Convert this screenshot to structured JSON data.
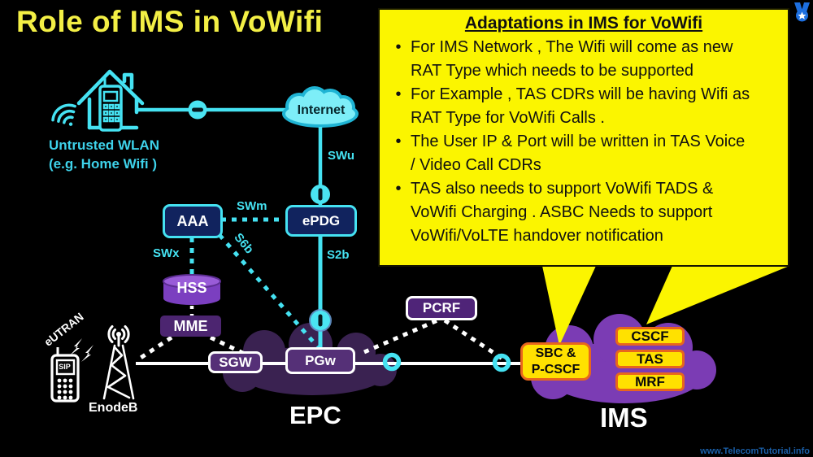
{
  "slide": {
    "title": "Role of IMS in VoWifi",
    "watermark": "www.TelecomTutorial.info"
  },
  "callout": {
    "title": "Adaptations in IMS for VoWifi",
    "bullet_glyph": "•",
    "bullets": [
      "For IMS Network , The Wifi will come as new\nRAT Type which needs to be supported",
      "For Example , TAS CDRs will be having Wifi as\nRAT Type for VoWifi Calls .",
      "The User IP & Port will be written in TAS Voice\n/ Video Call CDRs",
      "TAS also needs to support VoWifi TADS &\nVoWifi Charging . ASBC Needs to support\nVoWifi/VoLTE handover notification"
    ]
  },
  "access": {
    "wlan_line1": "Untrusted WLAN",
    "wlan_line2": "(e.g. Home Wifi )",
    "eutran": "eUTRAN",
    "enodeb": "EnodeB",
    "sip": "SIP"
  },
  "nodes": {
    "internet": "Internet",
    "aaa": "AAA",
    "epdg": "ePDG",
    "hss": "HSS",
    "mme": "MME",
    "sgw": "SGW",
    "pgw": "PGw",
    "pcrf": "PCRF",
    "sbc_pcscf": "SBC &\nP-CSCF",
    "cscf": "CSCF",
    "tas": "TAS",
    "mrf": "MRF"
  },
  "interfaces": {
    "swu": "SWu",
    "swm": "SWm",
    "swx": "SWx",
    "s6b": "S6b",
    "s2b": "S2b"
  },
  "domains": {
    "epc": "EPC",
    "ims": "IMS"
  },
  "colors": {
    "background": "#000000",
    "title_yellow": "#f3ef45",
    "cyan_accent": "#45e2f2",
    "callout_yellow": "#fbf500",
    "node_yellow": "#ffe100",
    "orange_border": "#e8651d",
    "navy_box": "#11235e",
    "ims_cloud_purple": "#7b3cb4",
    "epc_cloud_purple": "#3a2251",
    "box_purple": "#553077",
    "watermark_blue": "#1a5fa8"
  }
}
